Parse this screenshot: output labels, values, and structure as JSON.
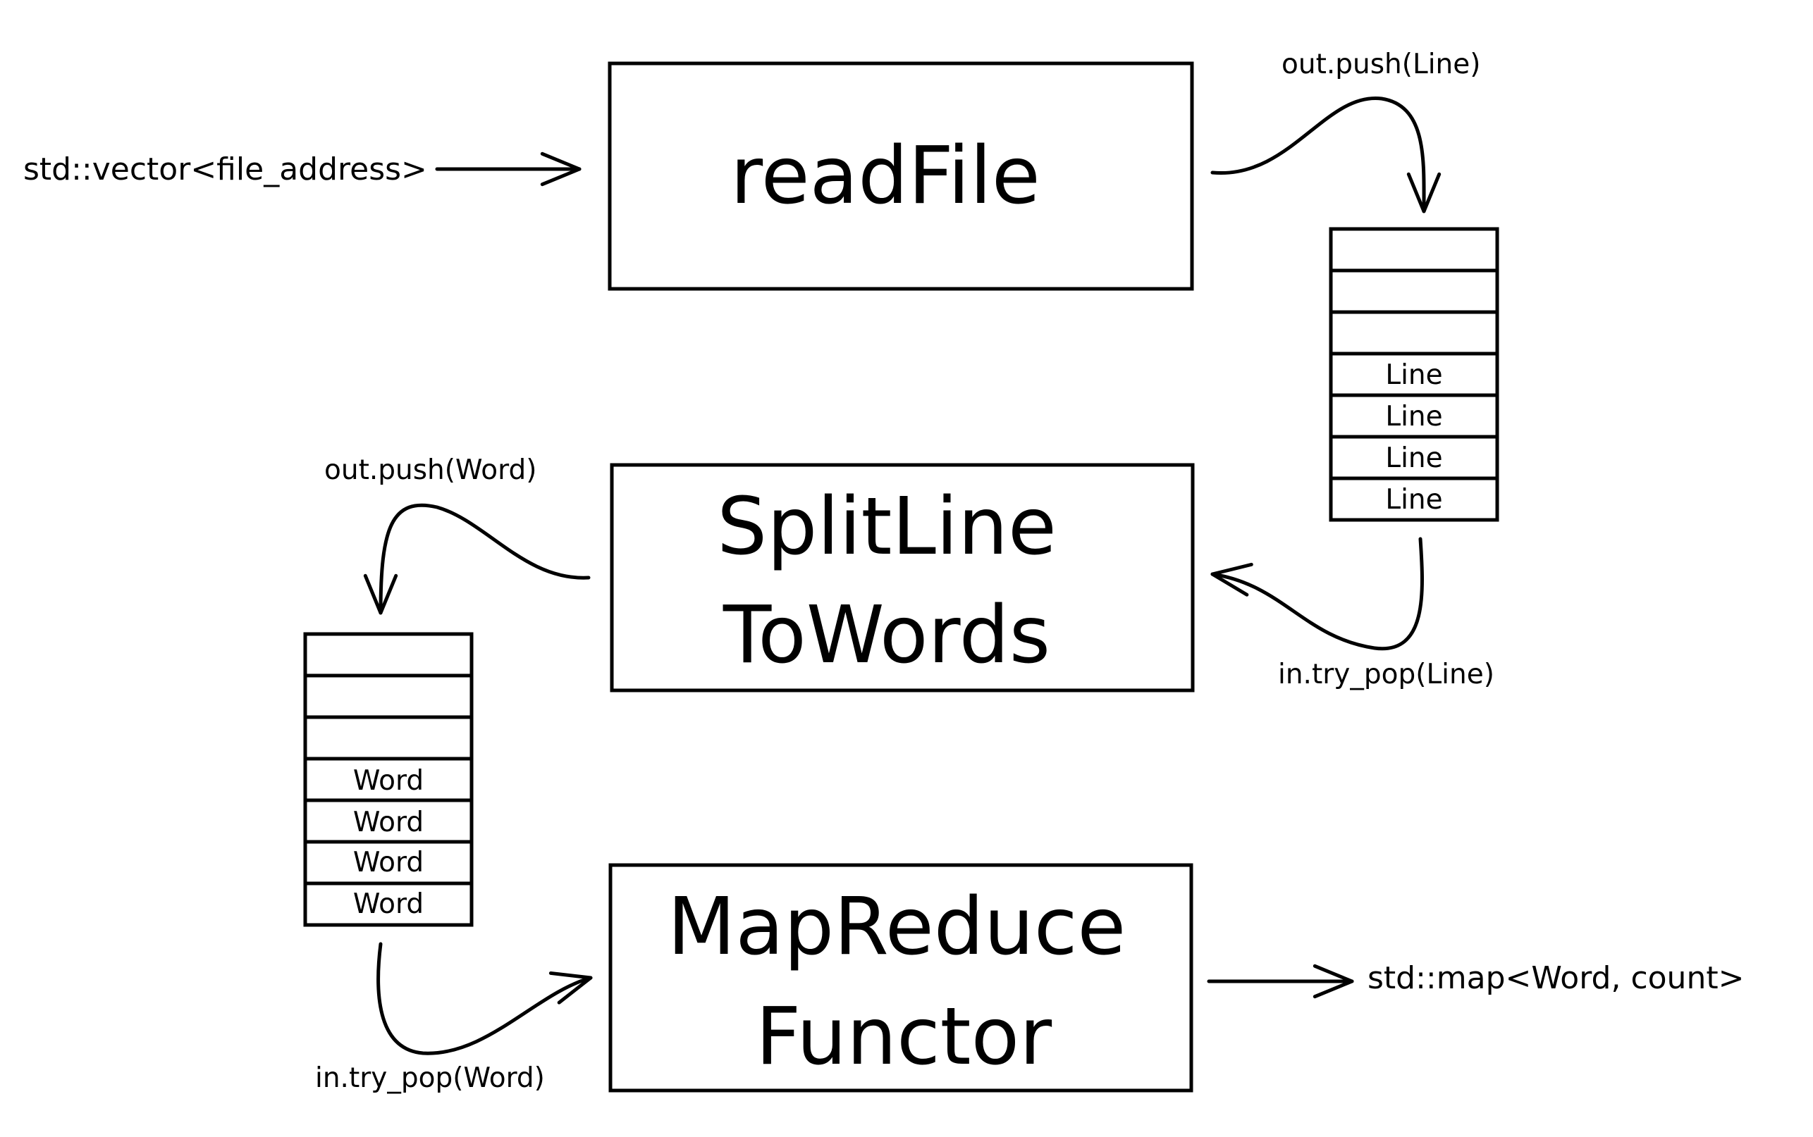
{
  "input": {
    "label": "std::vector<file_address>"
  },
  "output": {
    "label": "std::map<Word, count>"
  },
  "stages": {
    "read_file": {
      "lines": [
        "readFile"
      ]
    },
    "split_line": {
      "lines": [
        "SplitLine",
        "ToWords"
      ]
    },
    "map_reduce": {
      "lines": [
        "MapReduce",
        "Functor"
      ]
    }
  },
  "queues": {
    "line_queue": {
      "cells": [
        "",
        "",
        "",
        "Line",
        "Line",
        "Line",
        "Line"
      ]
    },
    "word_queue": {
      "cells": [
        "",
        "",
        "",
        "Word",
        "Word",
        "Word",
        "Word"
      ]
    }
  },
  "edges": {
    "push_line": "out.push(Line)",
    "pop_line": "in.try_pop(Line)",
    "push_word": "out.push(Word)",
    "pop_word": "in.try_pop(Word)"
  }
}
